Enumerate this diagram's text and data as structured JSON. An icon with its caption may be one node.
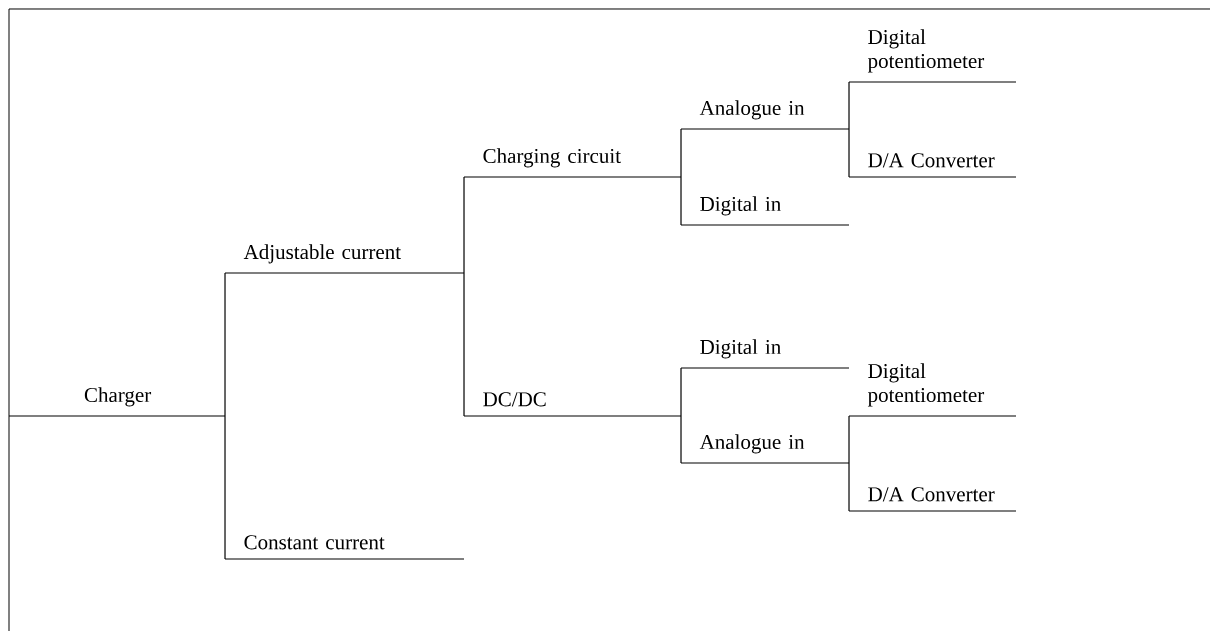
{
  "diagram": {
    "nodes": [
      {
        "text": [
          "Charger"
        ]
      },
      {
        "text": [
          "Adjustable current"
        ]
      },
      {
        "text": [
          "Constant current"
        ]
      },
      {
        "text": [
          "Charging circuit"
        ]
      },
      {
        "text": [
          "DC/DC"
        ]
      },
      {
        "text": [
          "Analogue in"
        ]
      },
      {
        "text": [
          "Digital in"
        ]
      },
      {
        "text": [
          "Digital potentiometer"
        ]
      },
      {
        "text": [
          "D/A Converter"
        ]
      },
      {
        "text": [
          "Digital in"
        ]
      },
      {
        "text": [
          "Analogue in"
        ]
      },
      {
        "text": [
          "Digital potentiometer"
        ]
      },
      {
        "text": [
          "D/A Converter"
        ]
      }
    ],
    "edges": [
      {
        "from": 0,
        "to": 1,
        "arrow": "none"
      },
      {
        "from": 0,
        "to": 2,
        "arrow": "none"
      },
      {
        "from": 1,
        "to": 3,
        "arrow": "none"
      },
      {
        "from": 1,
        "to": 4,
        "arrow": "none"
      },
      {
        "from": 3,
        "to": 5,
        "arrow": "none"
      },
      {
        "from": 3,
        "to": 6,
        "arrow": "none"
      },
      {
        "from": 5,
        "to": 7,
        "arrow": "none"
      },
      {
        "from": 5,
        "to": 8,
        "arrow": "none"
      },
      {
        "from": 4,
        "to": 9,
        "arrow": "none"
      },
      {
        "from": 4,
        "to": 10,
        "arrow": "none"
      },
      {
        "from": 10,
        "to": 11,
        "arrow": "none"
      },
      {
        "from": 10,
        "to": 12,
        "arrow": "none"
      }
    ]
  }
}
